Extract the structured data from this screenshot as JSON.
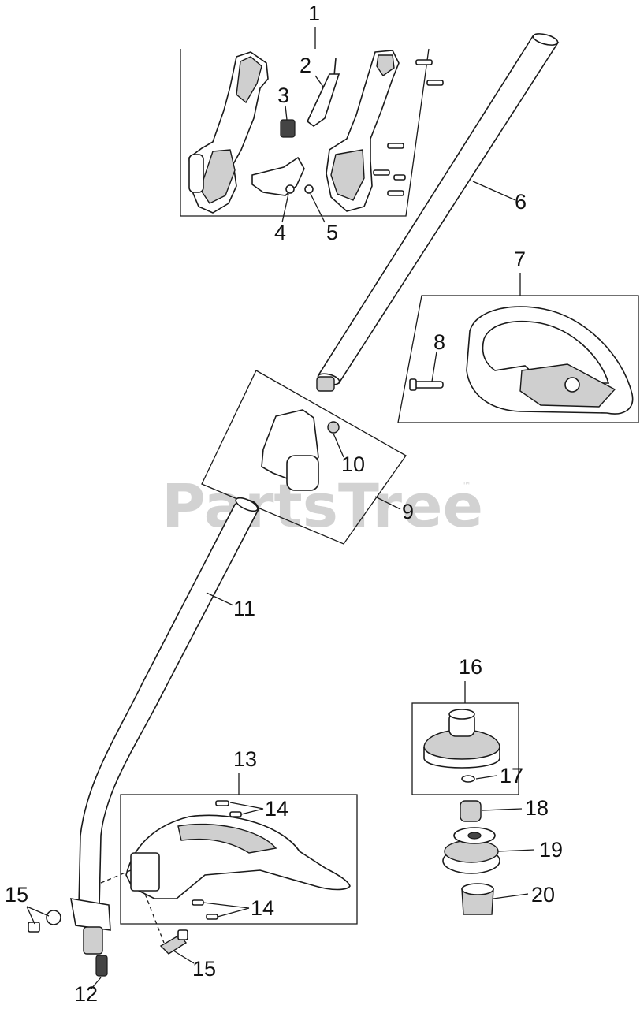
{
  "watermark": {
    "text": "PartsTree",
    "trademark": "™"
  },
  "callouts": {
    "c1": "1",
    "c2": "2",
    "c3": "3",
    "c4": "4",
    "c5": "5",
    "c6": "6",
    "c7": "7",
    "c8": "8",
    "c9": "9",
    "c10": "10",
    "c11": "11",
    "c12": "12",
    "c13": "13",
    "c14a": "14",
    "c14b": "14",
    "c15a": "15",
    "c15b": "15",
    "c16": "16",
    "c17": "17",
    "c18": "18",
    "c19": "19",
    "c20": "20"
  }
}
